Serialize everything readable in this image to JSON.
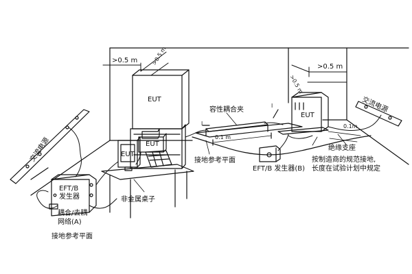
{
  "labels": {
    "dim_top_a": "0.5 m",
    "dim_top_b": "0.5 m",
    "dim_right_a": "0.5 m",
    "dim_right_b": "0.5 m",
    "eut_top": "EUT",
    "eut_monitor": "EUT",
    "eut_small": "EUT",
    "eut_right": "EUT",
    "ac_mains_left": "交流电源",
    "ac_mains_right": "交流电源",
    "capacitive_clamp": "容性耦合夹",
    "clamp_length": "l",
    "clamp_gap": "0.1 m",
    "right_gap": "0.1m",
    "ground_plane_mid": "接地参考平面",
    "nonmetal_table": "非金属桌子",
    "eft_b_gen": "EFT/B 发生器(B)",
    "insulating_support": "绝缘支座",
    "ground_note_1": "按制造商的规范接地,",
    "ground_note_2": "长度在试验计划中规定",
    "gen_a_line1": "EFT/B",
    "gen_a_line2": "发生器",
    "coupling_line1": "耦合/去耦",
    "coupling_line2": "网络(A)",
    "ground_plane_bottom": "接地参考平面"
  }
}
